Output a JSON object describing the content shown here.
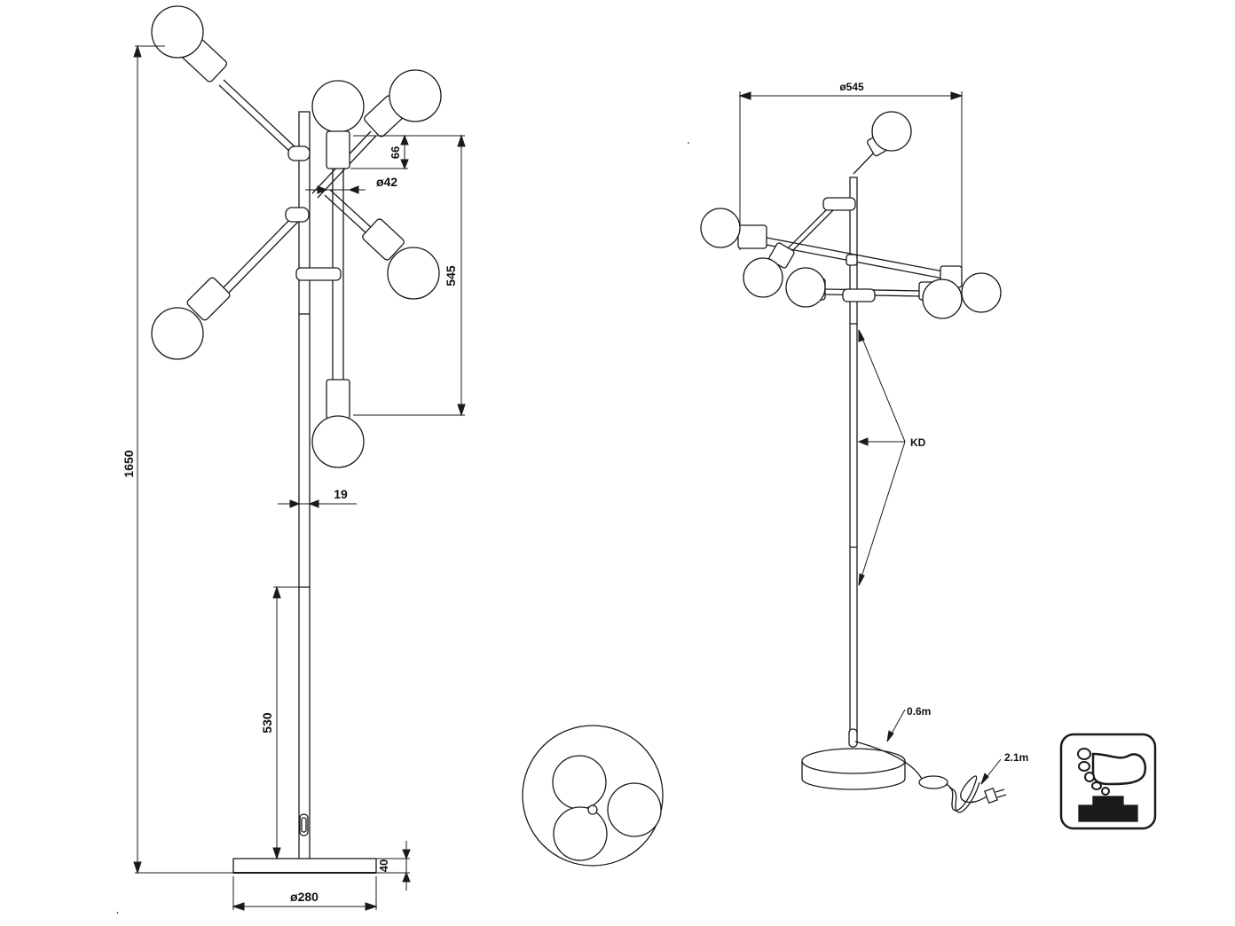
{
  "side_view": {
    "dim_total_height": "1650",
    "dim_head_height": "66",
    "dim_head_diameter": "ø42",
    "dim_arm_span": "545",
    "dim_pole_width": "19",
    "dim_lower_pole": "530",
    "dim_base_height": "40",
    "dim_base_diameter": "ø280"
  },
  "perspective_view": {
    "dim_spread": "ø545",
    "label_kd": "KD",
    "label_cable_short": "0.6m",
    "label_cable_long": "2.1m"
  },
  "icons": [
    "top-view-icon",
    "foot-switch-icon"
  ],
  "colors": {
    "line": "#1a1a1a",
    "background": "#ffffff"
  }
}
